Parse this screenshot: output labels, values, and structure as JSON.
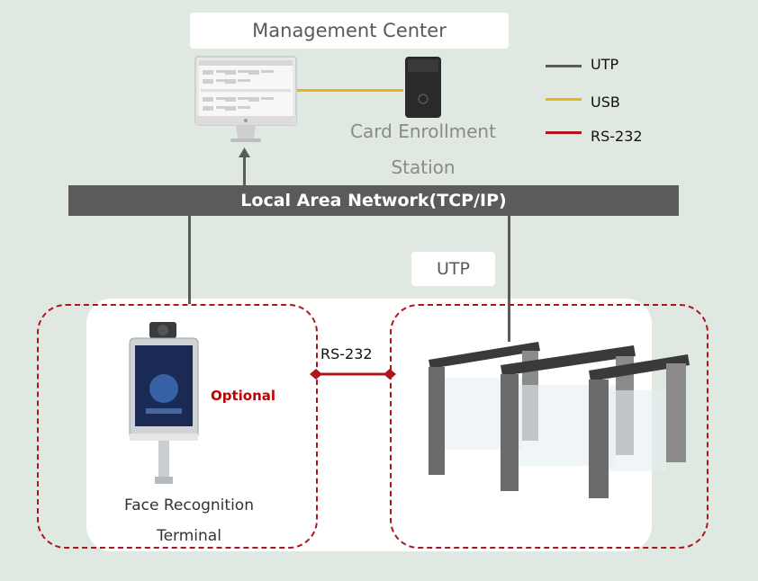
{
  "diagram": {
    "management_center": "Management Center",
    "card_enrollment_line1": "Card Enrollment",
    "card_enrollment_line2": "Station",
    "lan_label": "Local Area Network(TCP/IP)",
    "utp_label": "UTP",
    "rs232_label": "RS-232",
    "optional_label": "Optional",
    "face_terminal_line1": "Face Recognition",
    "face_terminal_line2": "Terminal"
  },
  "legend": [
    {
      "label": "UTP",
      "color": "#5b5b5b"
    },
    {
      "label": "USB",
      "color": "#f0b21c"
    },
    {
      "label": "RS-232",
      "color": "#b0141c"
    }
  ],
  "colors": {
    "background": "#dfe9e2",
    "lan_bar": "#5b5b5b",
    "usb": "#f0b21c",
    "rs232": "#b0141c",
    "dashed_frame": "#b0141c",
    "optional_text": "#c00000"
  }
}
